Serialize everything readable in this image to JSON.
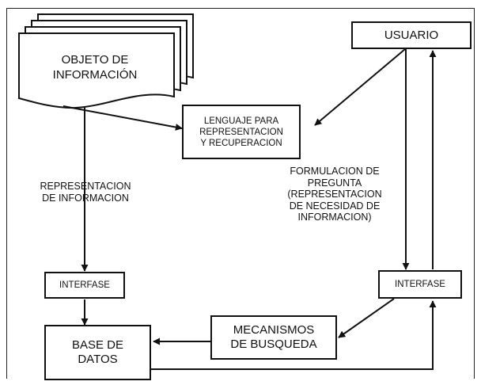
{
  "diagram": {
    "objeto": [
      "OBJETO DE",
      "INFORMACIÓN"
    ],
    "usuario": "USUARIO",
    "lenguaje": [
      "LENGUAJE PARA",
      "REPRESENTACION",
      "Y RECUPERACION"
    ],
    "representacion_label": [
      "REPRESENTACION",
      "DE INFORMACION"
    ],
    "formulacion_label": [
      "FORMULACION DE",
      "PREGUNTA",
      "(REPRESENTACION",
      "DE NECESIDAD DE",
      "INFORMACION)"
    ],
    "interfase_left": "INTERFASE",
    "interfase_right": "INTERFASE",
    "base_datos": [
      "BASE DE",
      "DATOS"
    ],
    "mecanismos": [
      "MECANISMOS",
      "DE BUSQUEDA"
    ],
    "line_color": "#111111"
  }
}
